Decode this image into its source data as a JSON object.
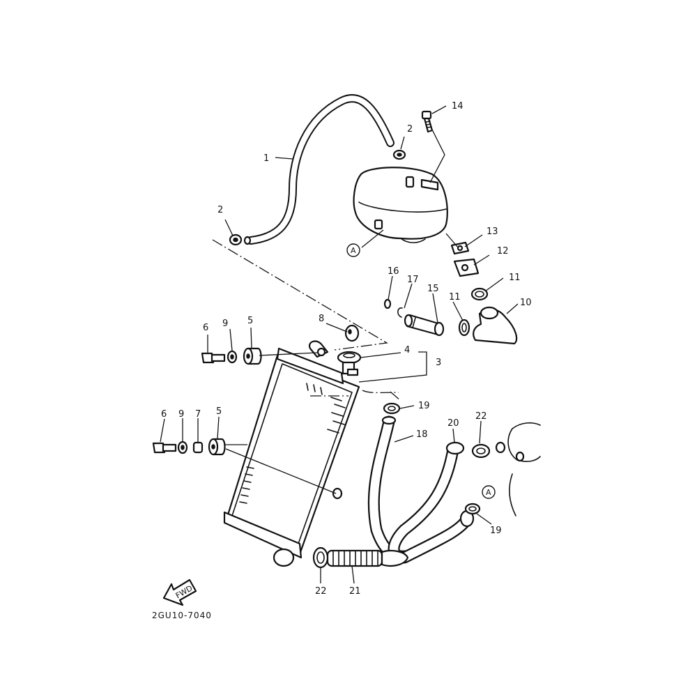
{
  "diagram": {
    "part_code": "2GU10-7040",
    "direction_label": "FWD",
    "reference_label": "A",
    "callouts": [
      {
        "id": "c1",
        "label": "1"
      },
      {
        "id": "c2a",
        "label": "2"
      },
      {
        "id": "c2b",
        "label": "2"
      },
      {
        "id": "c3",
        "label": "3"
      },
      {
        "id": "c4",
        "label": "4"
      },
      {
        "id": "c5a",
        "label": "5"
      },
      {
        "id": "c5b",
        "label": "5"
      },
      {
        "id": "c6a",
        "label": "6"
      },
      {
        "id": "c6b",
        "label": "6"
      },
      {
        "id": "c7",
        "label": "7"
      },
      {
        "id": "c8",
        "label": "8"
      },
      {
        "id": "c9a",
        "label": "9"
      },
      {
        "id": "c9b",
        "label": "9"
      },
      {
        "id": "c10",
        "label": "10"
      },
      {
        "id": "c11a",
        "label": "11"
      },
      {
        "id": "c11b",
        "label": "11"
      },
      {
        "id": "c12",
        "label": "12"
      },
      {
        "id": "c13",
        "label": "13"
      },
      {
        "id": "c14",
        "label": "14"
      },
      {
        "id": "c15",
        "label": "15"
      },
      {
        "id": "c16",
        "label": "16"
      },
      {
        "id": "c17",
        "label": "17"
      },
      {
        "id": "c18",
        "label": "18"
      },
      {
        "id": "c19a",
        "label": "19"
      },
      {
        "id": "c19b",
        "label": "19"
      },
      {
        "id": "c20",
        "label": "20"
      },
      {
        "id": "c21",
        "label": "21"
      },
      {
        "id": "c22a",
        "label": "22"
      },
      {
        "id": "c22b",
        "label": "22"
      }
    ]
  }
}
